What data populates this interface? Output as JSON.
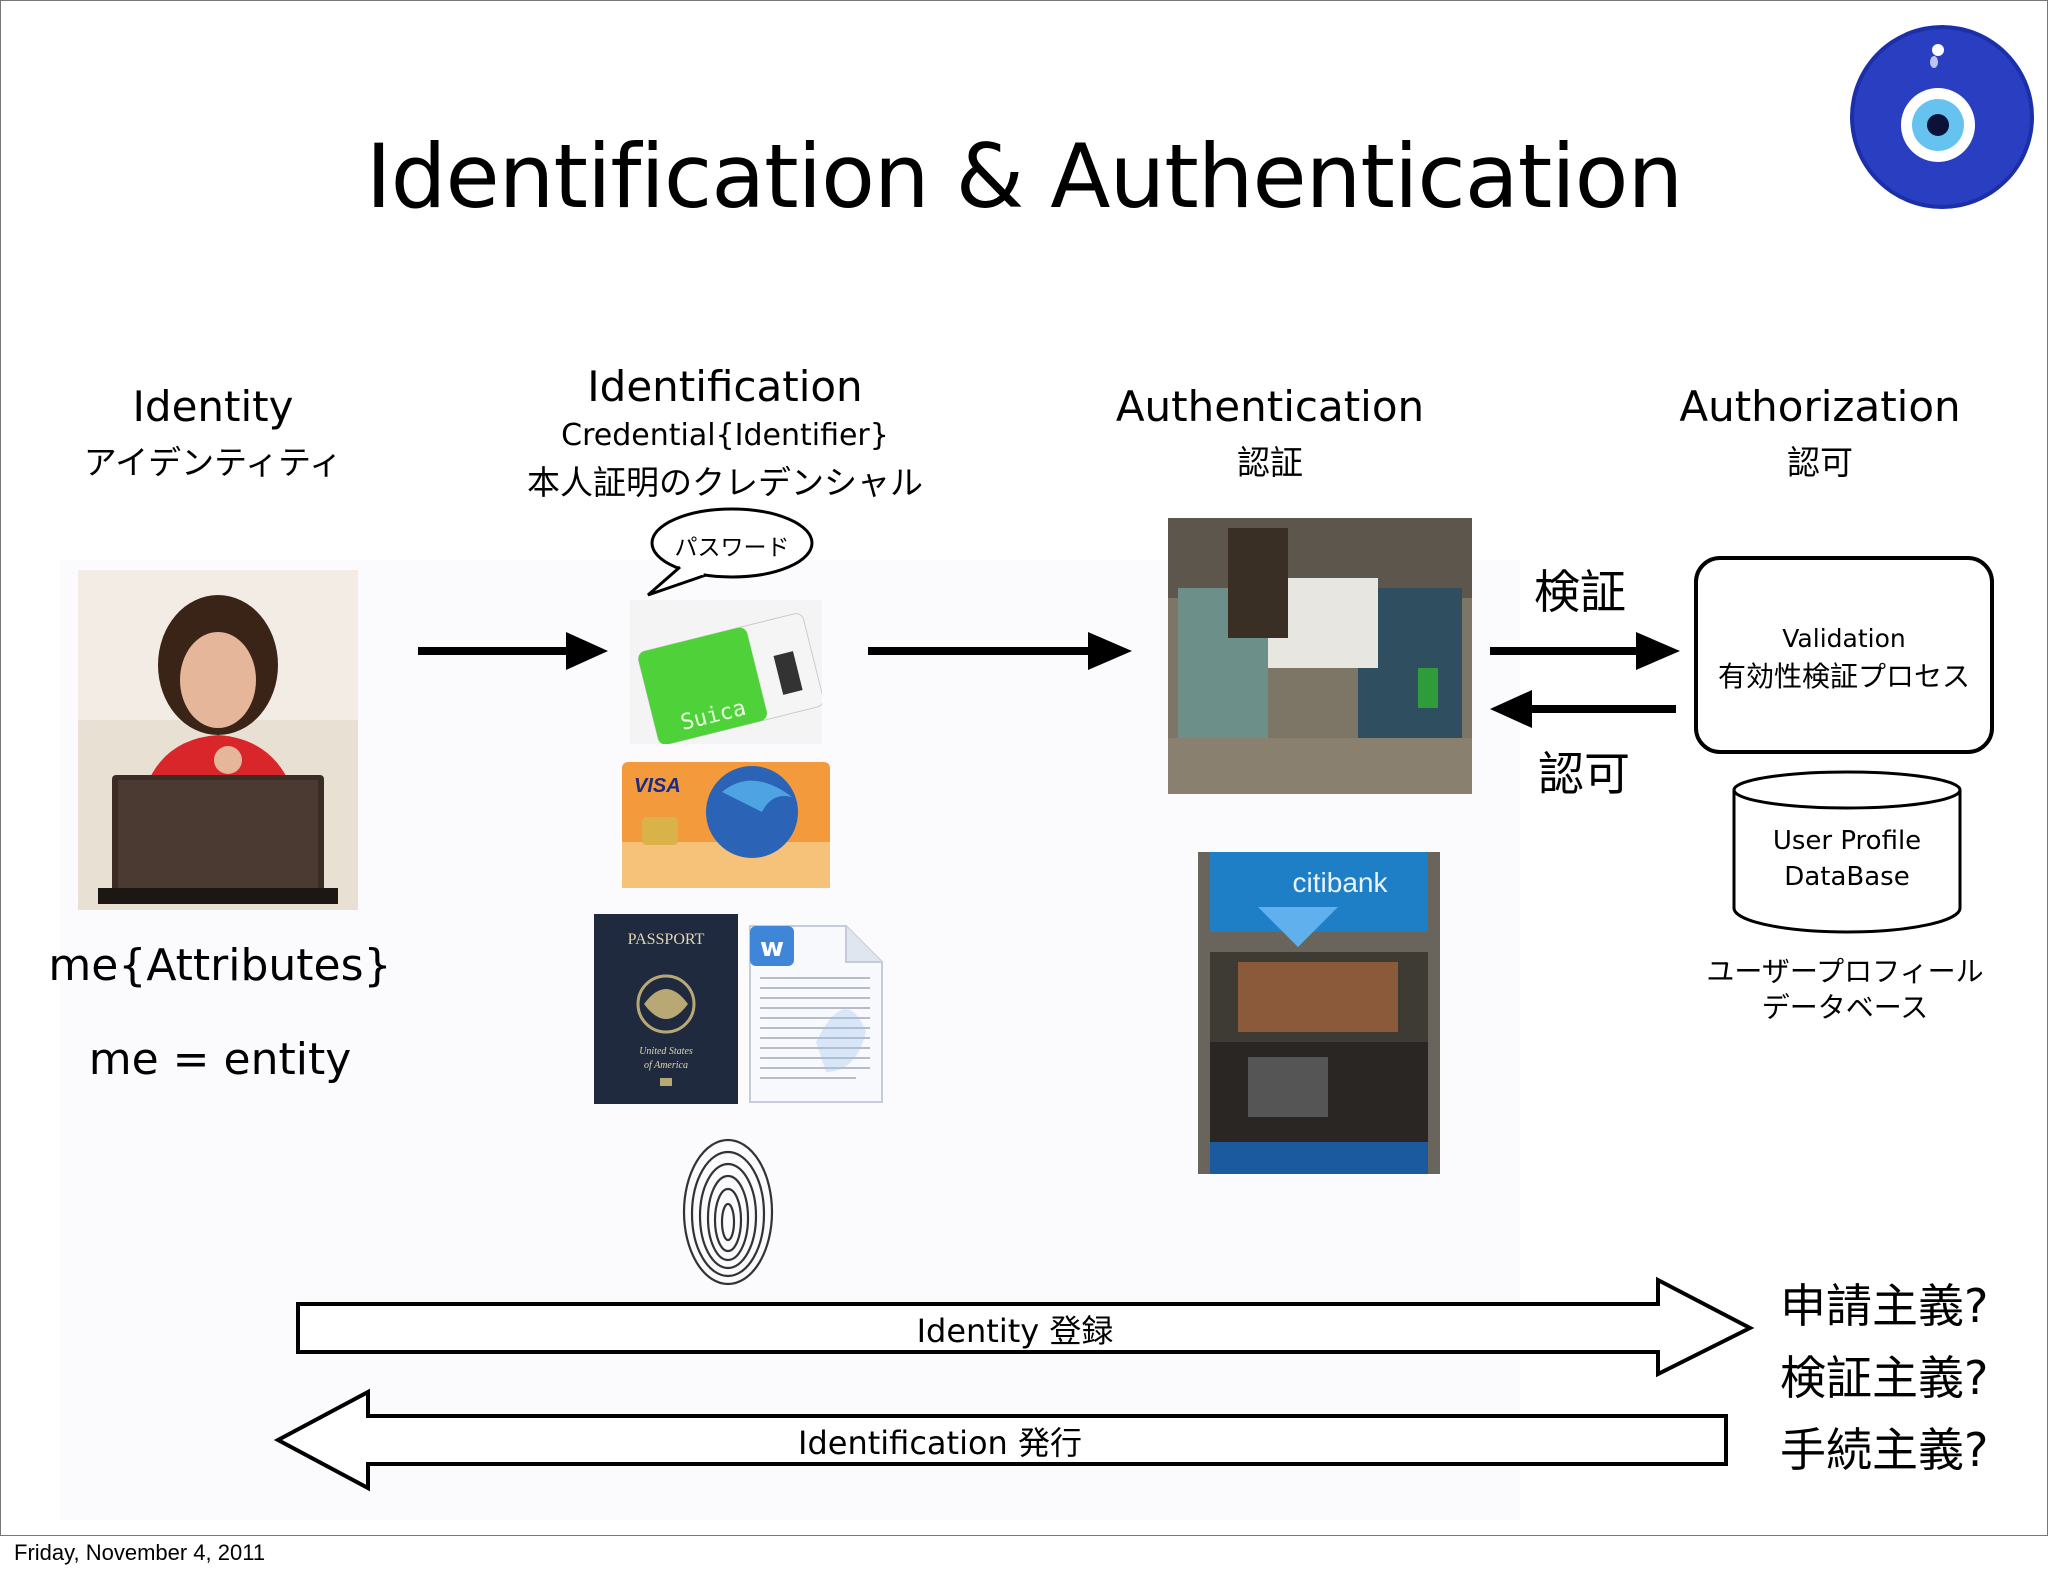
{
  "slide": {
    "title": "Identification & Authentication",
    "footer": "Friday, November 4, 2011"
  },
  "columns": {
    "identity": {
      "heading": "Identity",
      "sub": "アイデンティティ"
    },
    "identification": {
      "heading": "Identification",
      "sub1": "Credential{Identifier}",
      "sub2": "本人証明のクレデンシャル"
    },
    "authentication": {
      "heading": "Authentication",
      "sub": "認証"
    },
    "authorization": {
      "heading": "Authorization",
      "sub": "認可"
    }
  },
  "identity_notes": {
    "attributes": "me{Attributes}",
    "equation": "me = entity"
  },
  "speech_bubble": "パスワード",
  "flow_labels": {
    "verify": "検証",
    "authorize": "認可"
  },
  "validation_box": {
    "line1": "Validation",
    "line2": "有効性検証プロセス"
  },
  "database": {
    "line1": "User Profile",
    "line2": "DataBase",
    "caption1": "ユーザープロフィール",
    "caption2": "データベース"
  },
  "images": {
    "card_brand": "Suica",
    "visa": "VISA",
    "passport_title": "PASSPORT",
    "passport_country1": "United States",
    "passport_country2": "of America",
    "citibank": "citibank"
  },
  "bottom_arrows": {
    "forward": "Identity 登録",
    "backward": "Identification 発行"
  },
  "questions": [
    "申請主義?",
    "検証主義?",
    "手続主義?"
  ],
  "colors": {
    "eye_blue": "#1a2fa8",
    "suica_green": "#4fd13a",
    "citi_blue": "#1f7fc6",
    "passport_navy": "#1f2a3e"
  }
}
